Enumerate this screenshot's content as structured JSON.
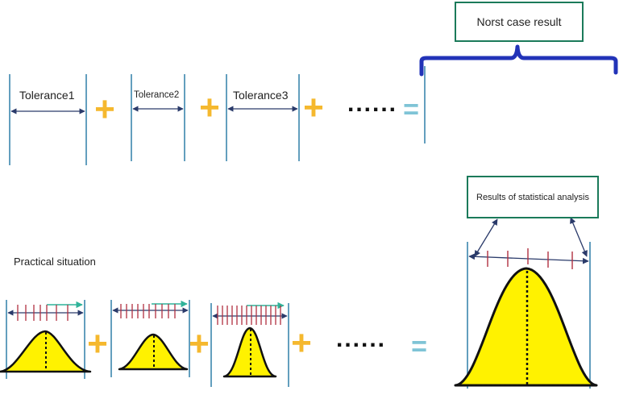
{
  "labels": {
    "tolerance1": "Tolerance1",
    "tolerance2": "Tolerance2",
    "tolerance3": "Tolerance3",
    "worst_case": "Norst case result",
    "statistical": "Results of statistical analysis",
    "practical": "Practical situation"
  },
  "symbols": {
    "plus": "+",
    "equals": "=",
    "ellipsis": "......"
  },
  "colors": {
    "tolerance_line": "#2f7fa8",
    "plus": "#f5b82e",
    "equals": "#7fc4d6",
    "bracket": "#2233b8",
    "box_border": "#1b7a5a",
    "tick": "#b03040",
    "bell_fill": "#fff200",
    "teal_arrow": "#2fb39a",
    "dark_arrow": "#2a3a6a"
  }
}
